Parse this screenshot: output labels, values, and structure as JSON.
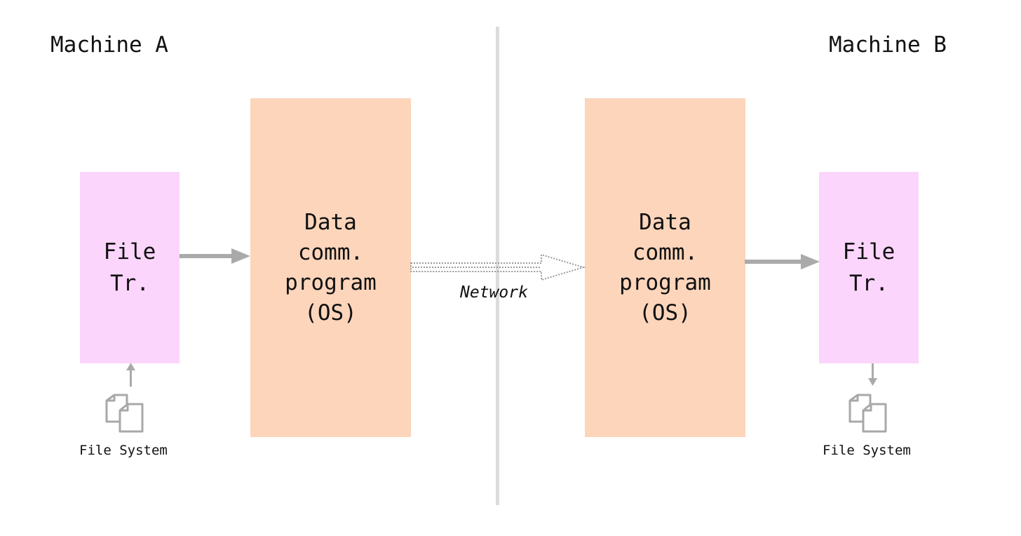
{
  "machine_a": {
    "title": "Machine A",
    "file_transfer": {
      "line1": "File",
      "line2": "Tr."
    },
    "comm_program": {
      "line1": "Data",
      "line2": "comm.",
      "line3": "program",
      "line4": "(OS)"
    },
    "file_system_label": "File System"
  },
  "machine_b": {
    "title": "Machine B",
    "file_transfer": {
      "line1": "File",
      "line2": "Tr."
    },
    "comm_program": {
      "line1": "Data",
      "line2": "comm.",
      "line3": "program",
      "line4": "(OS)"
    },
    "file_system_label": "File System"
  },
  "network": {
    "label": "Network"
  },
  "icons": {
    "file_system": "documents-icon"
  },
  "colors": {
    "file_transfer_box": "#fbd5fb",
    "comm_program_box": "#fcd5bb",
    "arrow": "#aaaaaa",
    "divider": "#dcdcdc",
    "text": "#111111"
  }
}
